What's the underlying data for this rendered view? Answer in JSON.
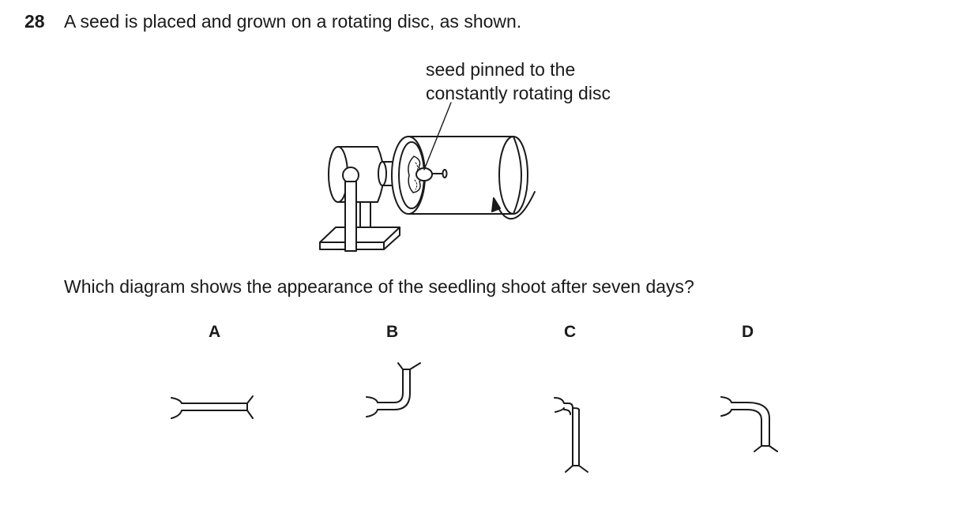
{
  "question": {
    "number": "28",
    "text": "A seed is placed and grown on a rotating disc, as shown.",
    "callout_line1": "seed pinned to the",
    "callout_line2": "constantly rotating disc",
    "prompt": "Which diagram shows the appearance of the seedling shoot after seven days?"
  },
  "options": [
    {
      "label": "A"
    },
    {
      "label": "B"
    },
    {
      "label": "C"
    },
    {
      "label": "D"
    }
  ]
}
